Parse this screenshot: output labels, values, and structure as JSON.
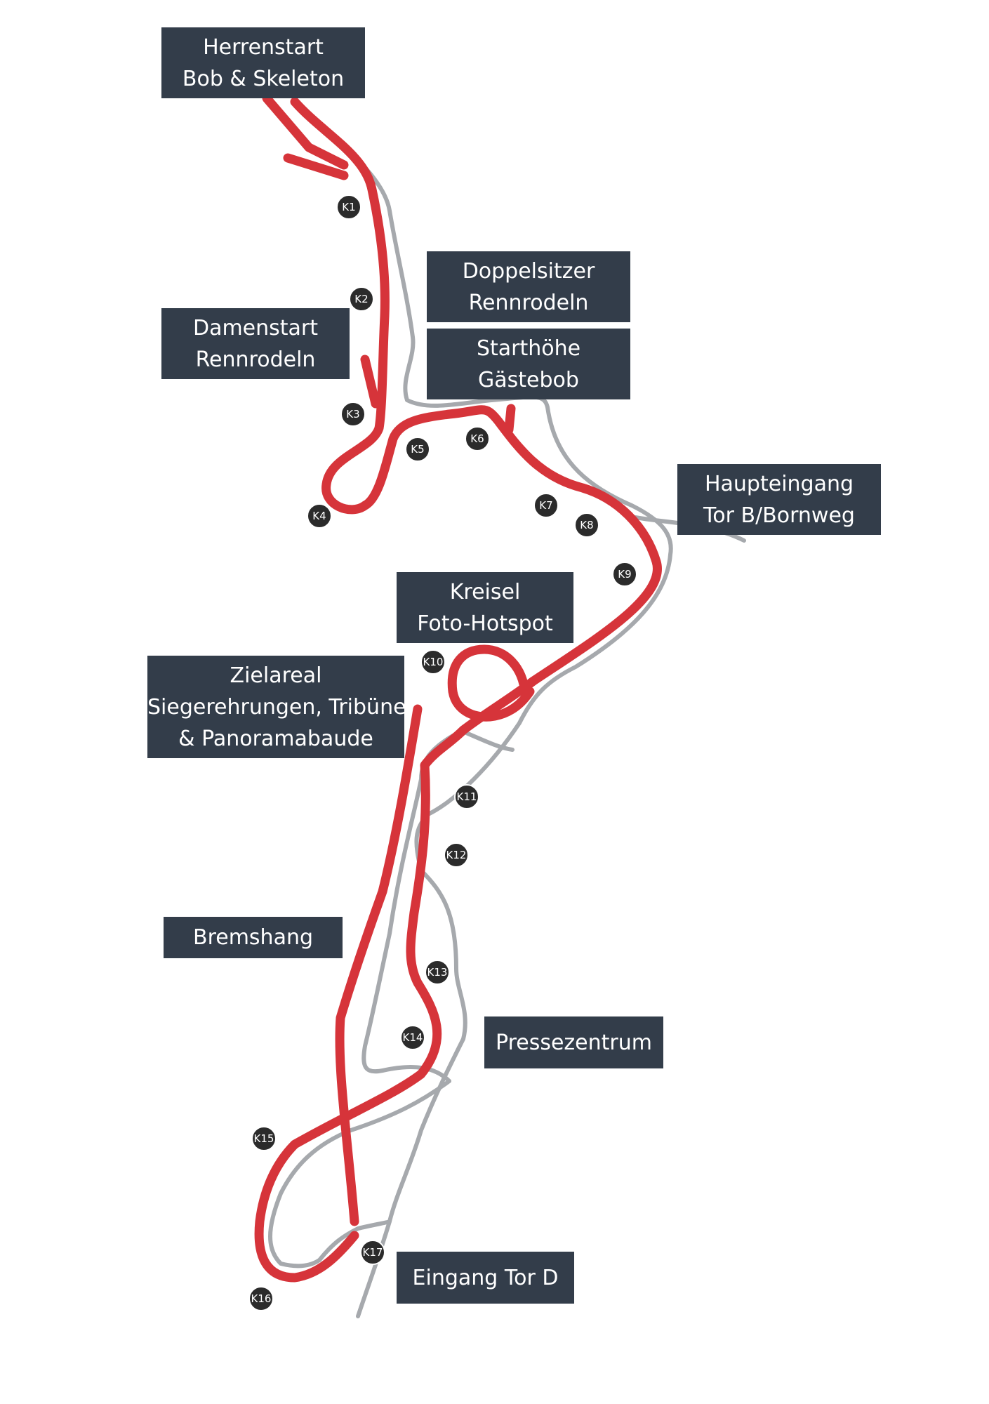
{
  "labels": {
    "herrenstart": [
      "Herrenstart",
      "Bob & Skeleton"
    ],
    "doppelsitzer": [
      "Doppelsitzer",
      "Rennrodeln"
    ],
    "damenstart": [
      "Damenstart",
      "Rennrodeln"
    ],
    "starthoehe": [
      "Starthöhe",
      "Gästebob"
    ],
    "haupteingang": [
      "Haupteingang",
      "Tor B/Bornweg"
    ],
    "kreisel": [
      "Kreisel",
      "Foto-Hotspot"
    ],
    "zielareal": [
      "Zielareal",
      "Siegerehrungen, Tribüne",
      "& Panoramabaude"
    ],
    "bremshang": [
      "Bremshang"
    ],
    "pressezentrum": [
      "Pressezentrum"
    ],
    "eingang_tor_d": [
      "Eingang Tor D"
    ]
  },
  "curves": [
    "K1",
    "K2",
    "K3",
    "K4",
    "K5",
    "K6",
    "K7",
    "K8",
    "K9",
    "K10",
    "K11",
    "K12",
    "K13",
    "K14",
    "K15",
    "K16",
    "K17"
  ],
  "colors": {
    "track": "#d6343a",
    "path": "#a6a9ad",
    "label_background": "#333d4a",
    "label_text": "#ffffff",
    "marker": "#2b2b2b"
  }
}
